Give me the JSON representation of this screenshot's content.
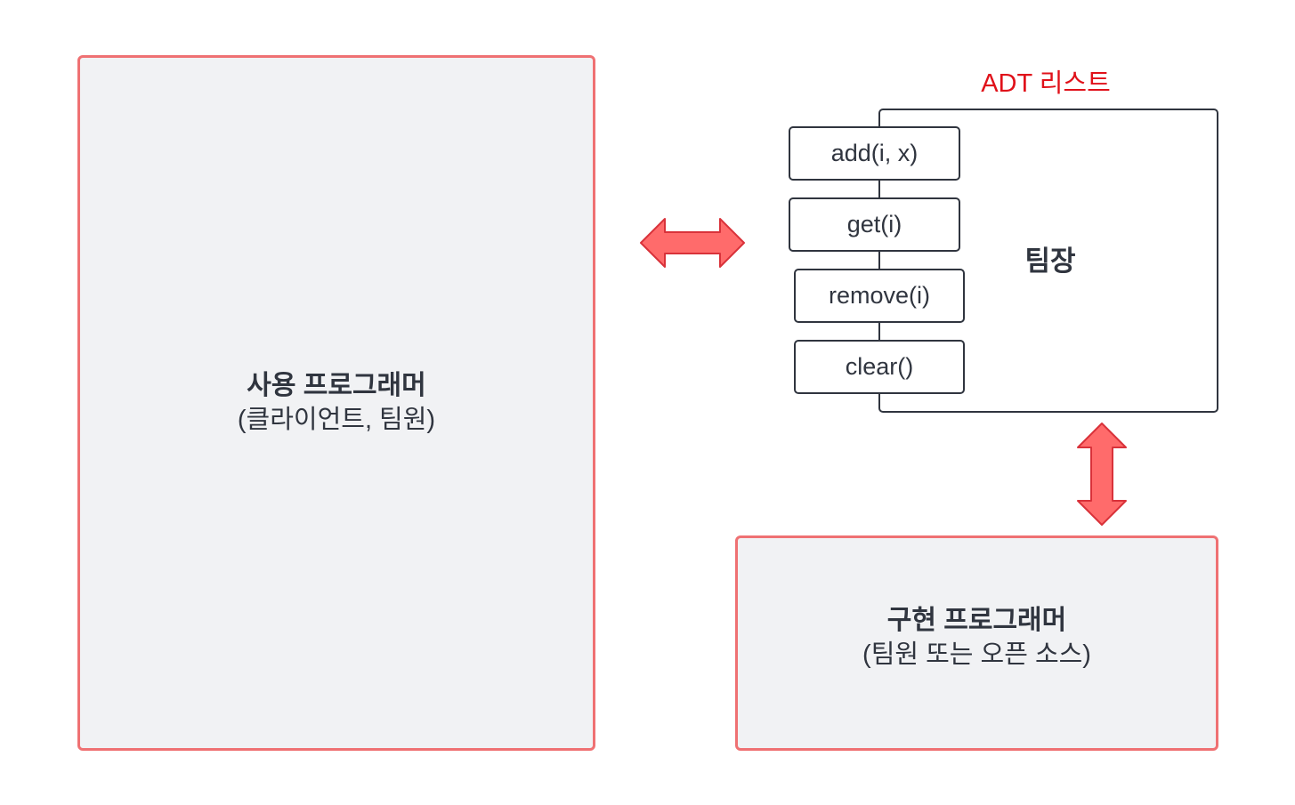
{
  "client": {
    "title": "사용 프로그래머",
    "subtitle": "(클라이언트, 팀원)"
  },
  "adt": {
    "title": "ADT 리스트",
    "owner_label": "팀장",
    "operations": [
      "add(i, x)",
      "get(i)",
      "remove(i)",
      "clear()"
    ]
  },
  "implementer": {
    "title": "구현 프로그래머",
    "subtitle": "(팀원 또는 오픈 소스)"
  },
  "colors": {
    "box_border": "#ef7173",
    "box_fill": "#f1f2f4",
    "arrow_fill": "#ff6b6b",
    "arrow_stroke": "#d9323a",
    "adt_title": "#e0111a",
    "text": "#30353f"
  }
}
